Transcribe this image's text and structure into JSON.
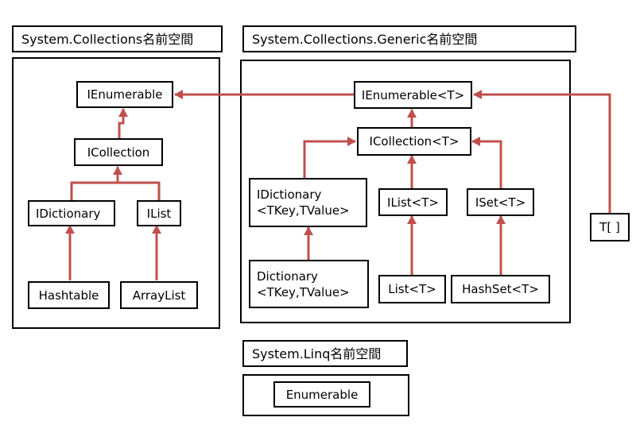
{
  "namespaces": {
    "collections": "System.Collections名前空間",
    "generic": "System.Collections.Generic名前空間",
    "linq": "System.Linq名前空間"
  },
  "nodes": {
    "ienumerable": "IEnumerable",
    "icollection": "ICollection",
    "idictionary": "IDictionary",
    "ilist": "IList",
    "hashtable": "Hashtable",
    "arraylist": "ArrayList",
    "ienumerable_t": "IEnumerable<T>",
    "icollection_t": "ICollection<T>",
    "idictionary_t_line1": "IDictionary",
    "idictionary_t_line2": "<TKey,TValue>",
    "ilist_t": "IList<T>",
    "iset_t": "ISet<T>",
    "dictionary_line1": "Dictionary",
    "dictionary_line2": "<TKey,TValue>",
    "list_t": "List<T>",
    "hashset_t": "HashSet<T>",
    "array_t": "T[ ]",
    "enumerable": "Enumerable"
  },
  "colors": {
    "arrow": "#c0504d",
    "border": "#000000"
  }
}
